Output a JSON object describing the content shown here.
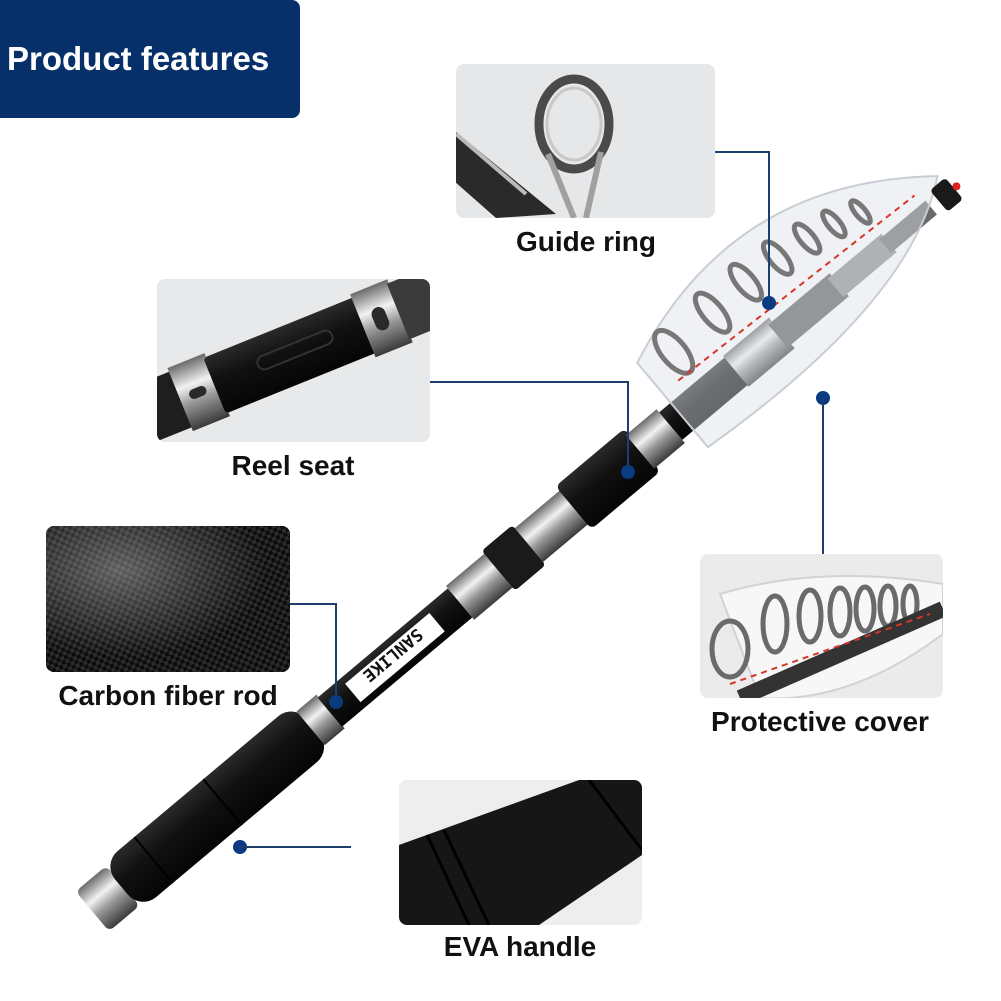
{
  "header": {
    "title": "Product features",
    "background": "#07306a"
  },
  "product": {
    "brand_text": "SANLIKE"
  },
  "features": [
    {
      "id": "guide-ring",
      "label": "Guide ring"
    },
    {
      "id": "reel-seat",
      "label": "Reel seat"
    },
    {
      "id": "carbon-fiber-rod",
      "label": "Carbon fiber rod"
    },
    {
      "id": "protective-cover",
      "label": "Protective cover"
    },
    {
      "id": "eva-handle",
      "label": "EVA handle"
    }
  ],
  "colors": {
    "accent": "#0a3a80",
    "connector": "#1c3f6e",
    "text": "#111111",
    "card_bg": "#ececec"
  }
}
